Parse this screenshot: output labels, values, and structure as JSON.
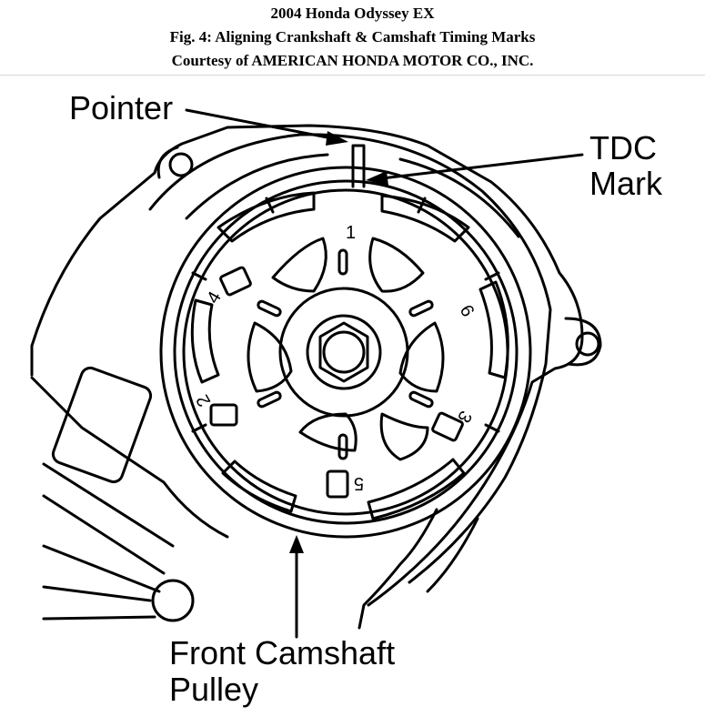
{
  "header": {
    "vehicle": "2004 Honda Odyssey EX",
    "figure": "Fig. 4: Aligning Crankshaft & Camshaft Timing Marks",
    "courtesy": "Courtesy of AMERICAN HONDA MOTOR CO., INC."
  },
  "labels": {
    "pointer": "Pointer",
    "tdc_line1": "TDC",
    "tdc_line2": "Mark",
    "pulley_line1": "Front Camshaft",
    "pulley_line2": "Pulley"
  },
  "pulley_marks": [
    "1",
    "4",
    "6",
    "2",
    "3",
    "5"
  ]
}
